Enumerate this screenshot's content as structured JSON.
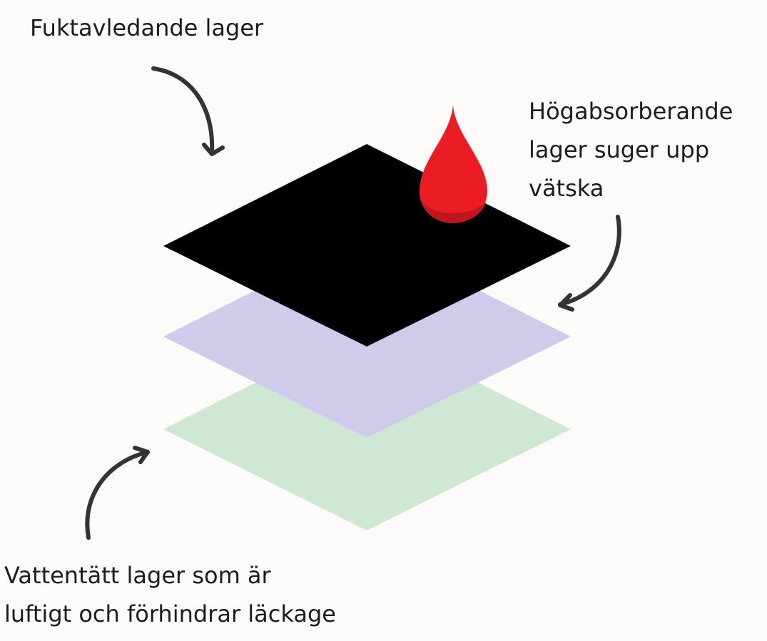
{
  "labels": {
    "wicking_layer": "Fuktavledande lager",
    "absorbent_layer_line1": "Högabsorberande",
    "absorbent_layer_line2": "lager suger upp",
    "absorbent_layer_line3": "vätska",
    "waterproof_layer_line1": "Vattentätt lager som är",
    "waterproof_layer_line2": "luftigt och förhindrar läckage"
  },
  "colors": {
    "background": "#fcfbf9",
    "top_layer": "#000000",
    "middle_layer": "#d0cbeb",
    "bottom_layer": "#cfe7d4",
    "drop_light": "#ec1c24",
    "drop_dark": "#c1151d",
    "arrow": "#333333",
    "text": "#1c1c1c"
  },
  "icons": {
    "drop": "blood-drop-icon",
    "arrows": "curved-arrow-icon"
  }
}
